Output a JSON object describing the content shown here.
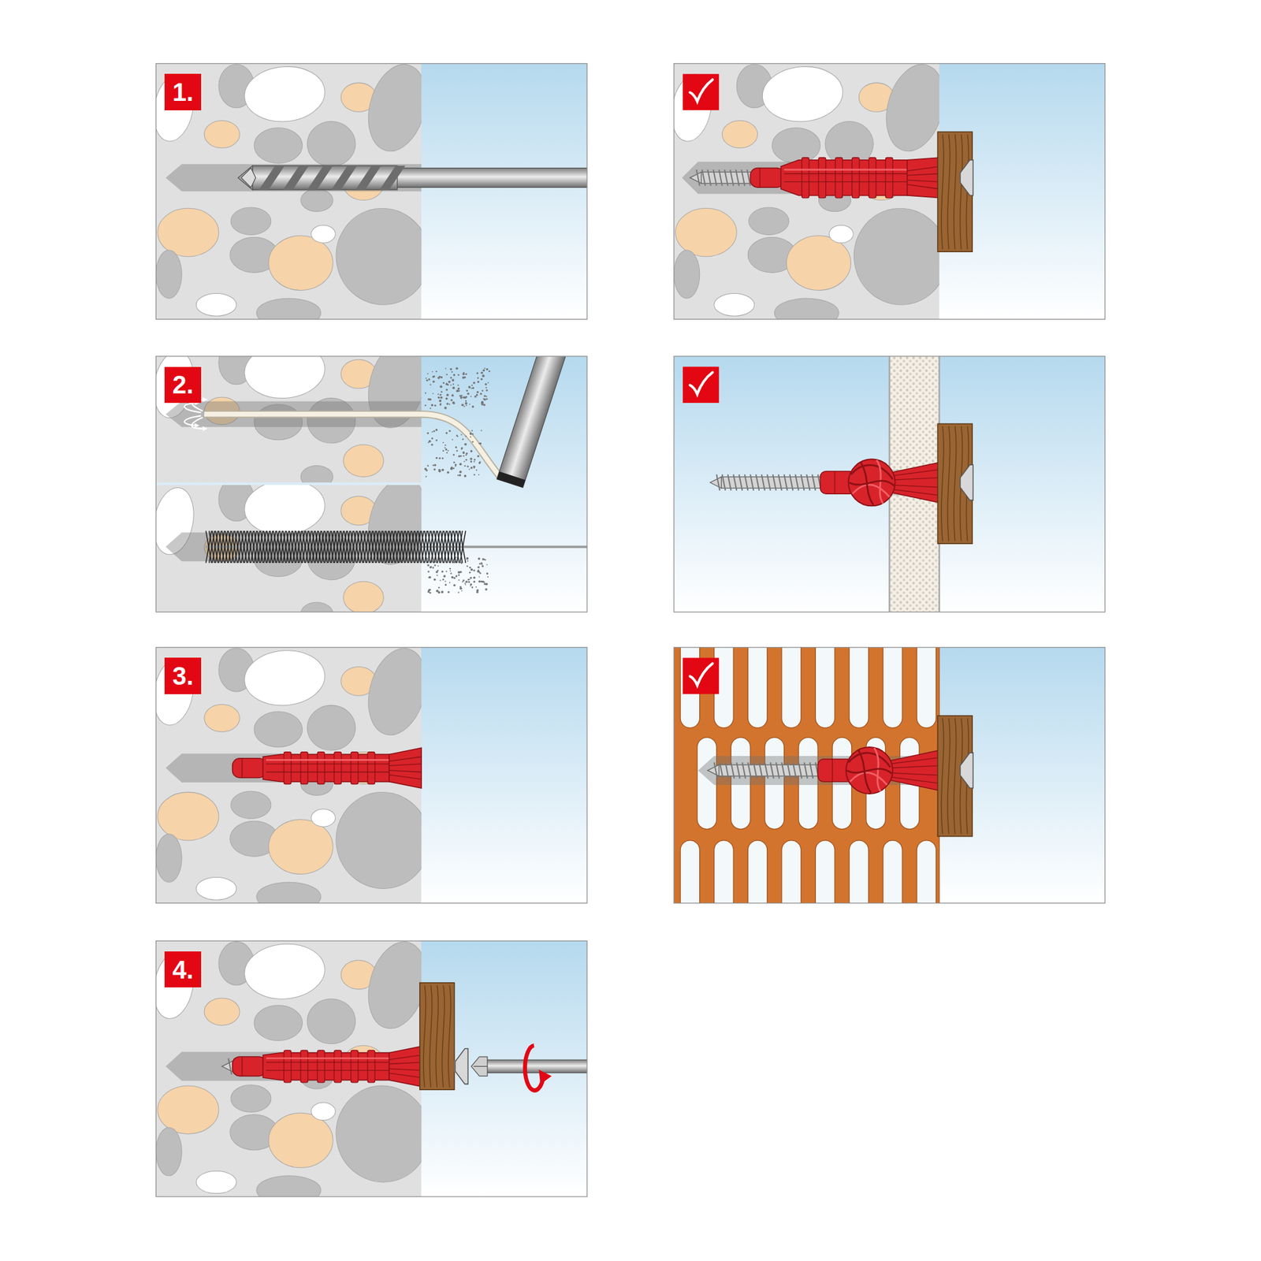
{
  "diagram": {
    "nodes": [
      {
        "text": [
          "1."
        ]
      },
      {
        "text": [
          "2."
        ]
      },
      {
        "text": [
          "3."
        ]
      },
      {
        "text": [
          "4."
        ]
      }
    ]
  }
}
